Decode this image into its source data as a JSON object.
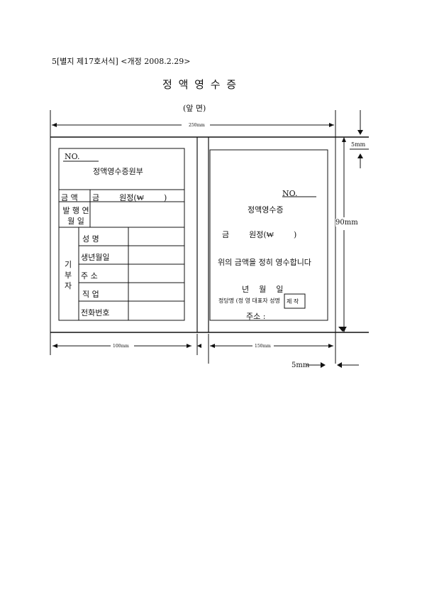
{
  "header": {
    "form_ref": "5[별지 제17호서식] <개정 2008.2.29>",
    "title": "정 액 영 수 증",
    "side_note": "(앞 면)"
  },
  "dimensions": {
    "total_width": "250mm",
    "left_width": "100mm",
    "right_width": "150mm",
    "height": "90mm",
    "top_margin": "5mm",
    "bottom_gap": "5mm"
  },
  "stub": {
    "no_label": "NO.",
    "title": "정액영수증원부",
    "amount_label": "금 액",
    "amount_value": "금        원정(₩        )",
    "issue_date_label": "발 행 연 월 일",
    "donor_label": "기부자",
    "fields": [
      "성 명",
      "생년월일",
      "주 소",
      "직 업",
      "전화번호"
    ]
  },
  "receipt": {
    "no_label": "NO.",
    "title": "정액영수증",
    "amount_line": "금        원정(₩        )",
    "statement": "위의 금액을 정히 영수합니다",
    "date_line": "년    월    일",
    "issuer": "정당명 (정 영 대표자 성명",
    "seal": "제 작",
    "address_label": "주소 :"
  }
}
